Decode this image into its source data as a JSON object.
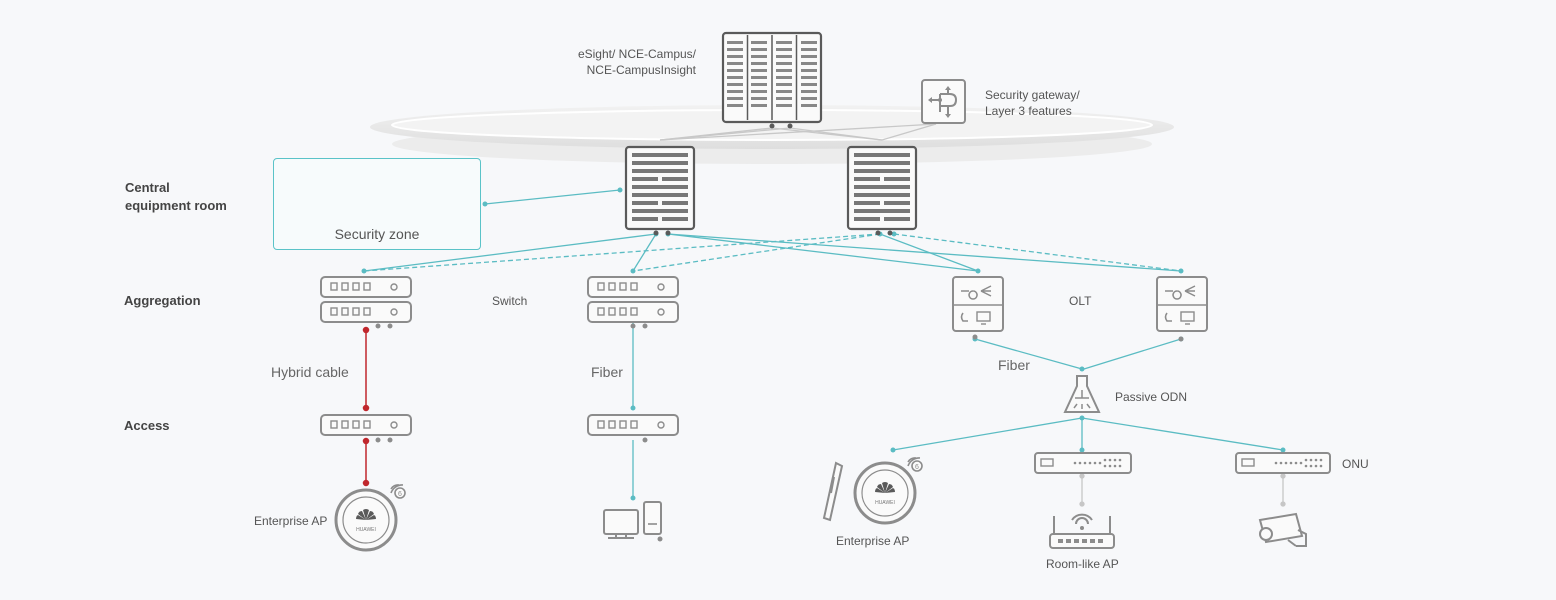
{
  "row_labels": {
    "central": [
      "Central",
      "equipment room"
    ],
    "aggregation": "Aggregation",
    "access": "Access"
  },
  "nodes": {
    "management": [
      "eSight/ NCE-Campus/",
      "NCE-CampusInsight"
    ],
    "security_gateway": [
      "Security gateway/",
      "Layer 3 features"
    ],
    "security_zone": "Security zone",
    "switch": "Switch",
    "olt": "OLT",
    "passive_odn": "Passive ODN",
    "onu": "ONU",
    "enterprise_ap_left": "Enterprise AP",
    "enterprise_ap_right": "Enterprise AP",
    "room_like_ap": "Room-like AP"
  },
  "links": {
    "hybrid_cable": "Hybrid cable",
    "fiber_left": "Fiber",
    "fiber_right": "Fiber"
  },
  "colors": {
    "teal": "#5bbcc3",
    "red": "#c0272d",
    "grey": "#8c8c8c",
    "dark": "#5a5a5a",
    "background": "#f7f8fa"
  },
  "icons": {
    "logo": "huawei-logo"
  }
}
